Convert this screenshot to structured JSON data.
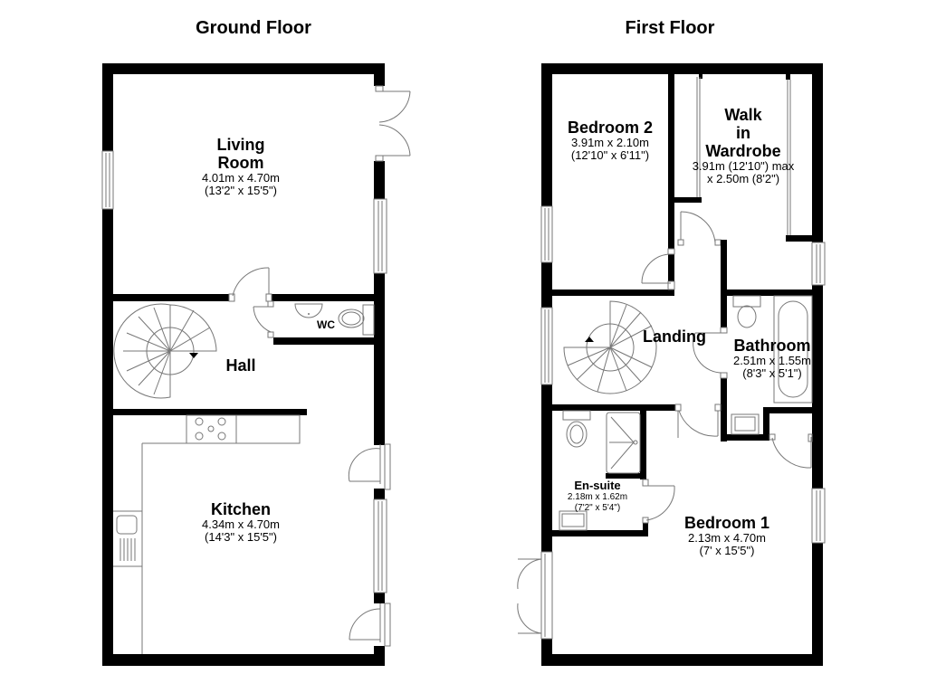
{
  "floors": [
    {
      "title": "Ground Floor",
      "rooms": [
        {
          "name": "Living Room",
          "name_l1": "Living",
          "name_l2": "Room",
          "dim_metric": "4.01m x 4.70m",
          "dim_imperial": "(13'2\" x 15'5\")"
        },
        {
          "name": "Hall"
        },
        {
          "name": "WC"
        },
        {
          "name": "Kitchen",
          "dim_metric": "4.34m x 4.70m",
          "dim_imperial": "(14'3\" x 15'5\")"
        }
      ]
    },
    {
      "title": "First Floor",
      "rooms": [
        {
          "name": "Bedroom 2",
          "dim_metric": "3.91m x 2.10m",
          "dim_imperial": "(12'10\" x 6'11\")"
        },
        {
          "name": "Walk in Wardrobe",
          "name_l1": "Walk",
          "name_l2": "in",
          "name_l3": "Wardrobe",
          "dim_l1": "3.91m (12'10\") max",
          "dim_l2": "x 2.50m (8'2\")"
        },
        {
          "name": "Landing"
        },
        {
          "name": "Bathroom",
          "dim_metric": "2.51m x 1.55m",
          "dim_imperial": "(8'3\" x 5'1\")"
        },
        {
          "name": "En-suite",
          "dim_metric": "2.18m x 1.62m",
          "dim_imperial": "(7'2\" x 5'4\")"
        },
        {
          "name": "Bedroom 1",
          "dim_metric": "2.13m x 4.70m",
          "dim_imperial": "(7' x 15'5\")"
        }
      ]
    }
  ],
  "colors": {
    "wall": "#000000",
    "fixture_line": "#777777",
    "background": "#ffffff"
  }
}
